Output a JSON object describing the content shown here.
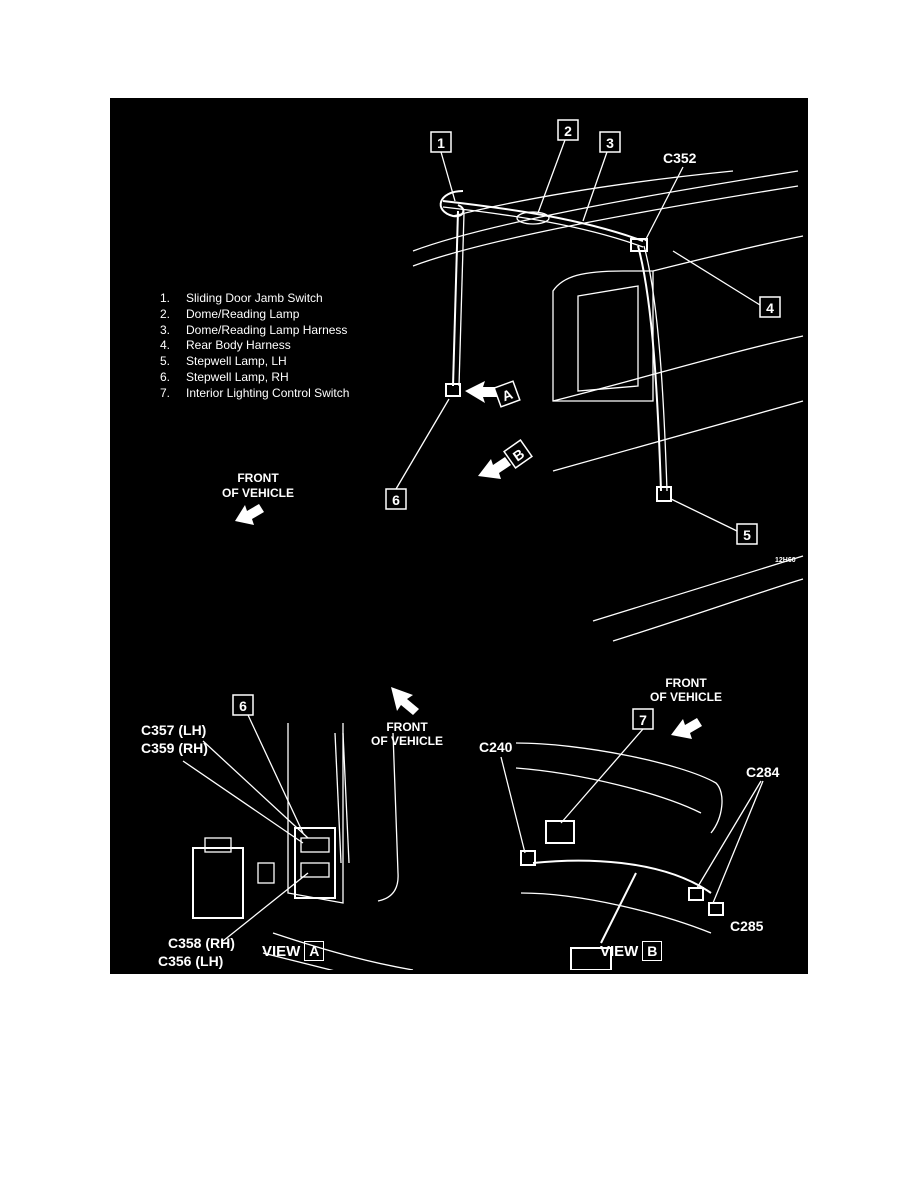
{
  "legend": [
    {
      "num": "1.",
      "text": "Sliding Door Jamb Switch"
    },
    {
      "num": "2.",
      "text": "Dome/Reading Lamp"
    },
    {
      "num": "3.",
      "text": "Dome/Reading Lamp Harness"
    },
    {
      "num": "4.",
      "text": "Rear Body Harness"
    },
    {
      "num": "5.",
      "text": "Stepwell Lamp, LH"
    },
    {
      "num": "6.",
      "text": "Stepwell Lamp, RH"
    },
    {
      "num": "7.",
      "text": "Interior Lighting Control Switch"
    }
  ],
  "callouts": {
    "c1": "1",
    "c2": "2",
    "c3": "3",
    "c4": "4",
    "c5": "5",
    "c6": "6",
    "c7": "7",
    "view_a_box": "6"
  },
  "view_letters": {
    "a": "A",
    "b": "B"
  },
  "connectors": {
    "c352": "C352",
    "c357": "C357 (LH)",
    "c359": "C359 (RH)",
    "c358": "C358 (RH)",
    "c356": "C356 (LH)",
    "c240": "C240",
    "c284": "C284",
    "c285": "C285"
  },
  "front_of_vehicle": {
    "line1": "FRONT",
    "line2": "OF VEHICLE",
    "line2_a": "OF VEHICLE"
  },
  "view_a_label": "VIEW",
  "view_b_label": "VIEW",
  "figure_code": "12H60"
}
